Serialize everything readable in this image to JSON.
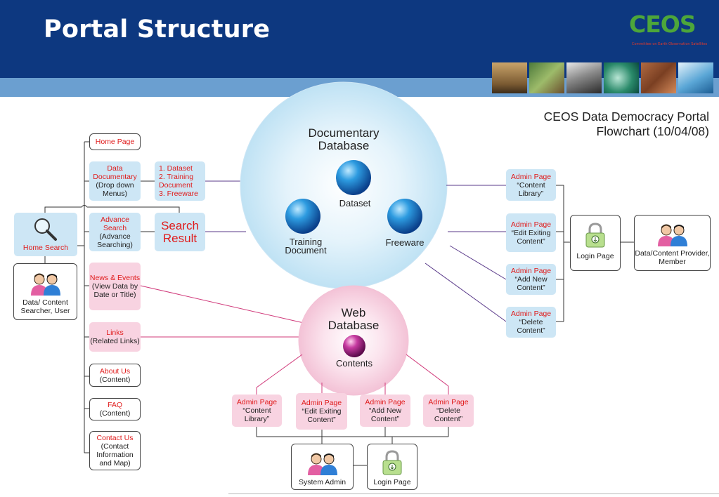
{
  "header": {
    "title": "Portal Structure",
    "logo_text": "CEOS",
    "logo_subtitle": "Committee on Earth Observation Satellites"
  },
  "chart": {
    "title_line1": "CEOS Data Democracy Portal",
    "title_line2": "Flowchart (10/04/08)"
  },
  "documentary_db": {
    "title": "Documentary Database",
    "dataset": "Dataset",
    "training": "Training Document",
    "freeware": "Freeware"
  },
  "web_db": {
    "title": "Web Database",
    "contents": "Contents"
  },
  "left": {
    "home_search": "Home Search",
    "user_label": "Data/ Content Searcher, User"
  },
  "menu": {
    "home_page": "Home Page",
    "data_doc_title": "Data Documentary",
    "data_doc_sub": "(Drop down Menus)",
    "doc_list": [
      "1. Dataset",
      "2. Training Document",
      "3. Freeware"
    ],
    "adv_title": "Advance Search",
    "adv_sub": "(Advance Searching)",
    "search_result": "Search Result",
    "news_title": "News & Events",
    "news_sub": "(View Data by Date or Title)",
    "links_title": "Links",
    "links_sub": "(Related Links)",
    "about_title": "About Us",
    "about_sub": "(Content)",
    "faq_title": "FAQ",
    "faq_sub": "(Content)",
    "contact_title": "Contact Us",
    "contact_sub": "(Contact Information and Map)"
  },
  "admin_right": [
    {
      "title": "Admin Page",
      "sub": "“Content Library”"
    },
    {
      "title": "Admin Page",
      "sub": "“Edit Exiting Content”"
    },
    {
      "title": "Admin Page",
      "sub": "“Add New Content”"
    },
    {
      "title": "Admin Page",
      "sub": "“Delete Content”"
    }
  ],
  "admin_bottom": [
    {
      "title": "Admin Page",
      "sub": "“Content Library”"
    },
    {
      "title": "Admin Page",
      "sub": "“Edit Exiting Content”"
    },
    {
      "title": "Admin Page",
      "sub": "“Add New Content”"
    },
    {
      "title": "Admin Page",
      "sub": "“Delete Content”"
    }
  ],
  "right": {
    "login": "Login Page",
    "provider": "Data/Content Provider, Member"
  },
  "bottom": {
    "sysadmin": "System Admin",
    "login": "Login Page"
  },
  "colors": {
    "header": "#0d3880",
    "band": "#6b9fd0",
    "blue_box": "#cde6f5",
    "pink_box": "#f8d3e1",
    "red_text": "#e01b1b"
  }
}
